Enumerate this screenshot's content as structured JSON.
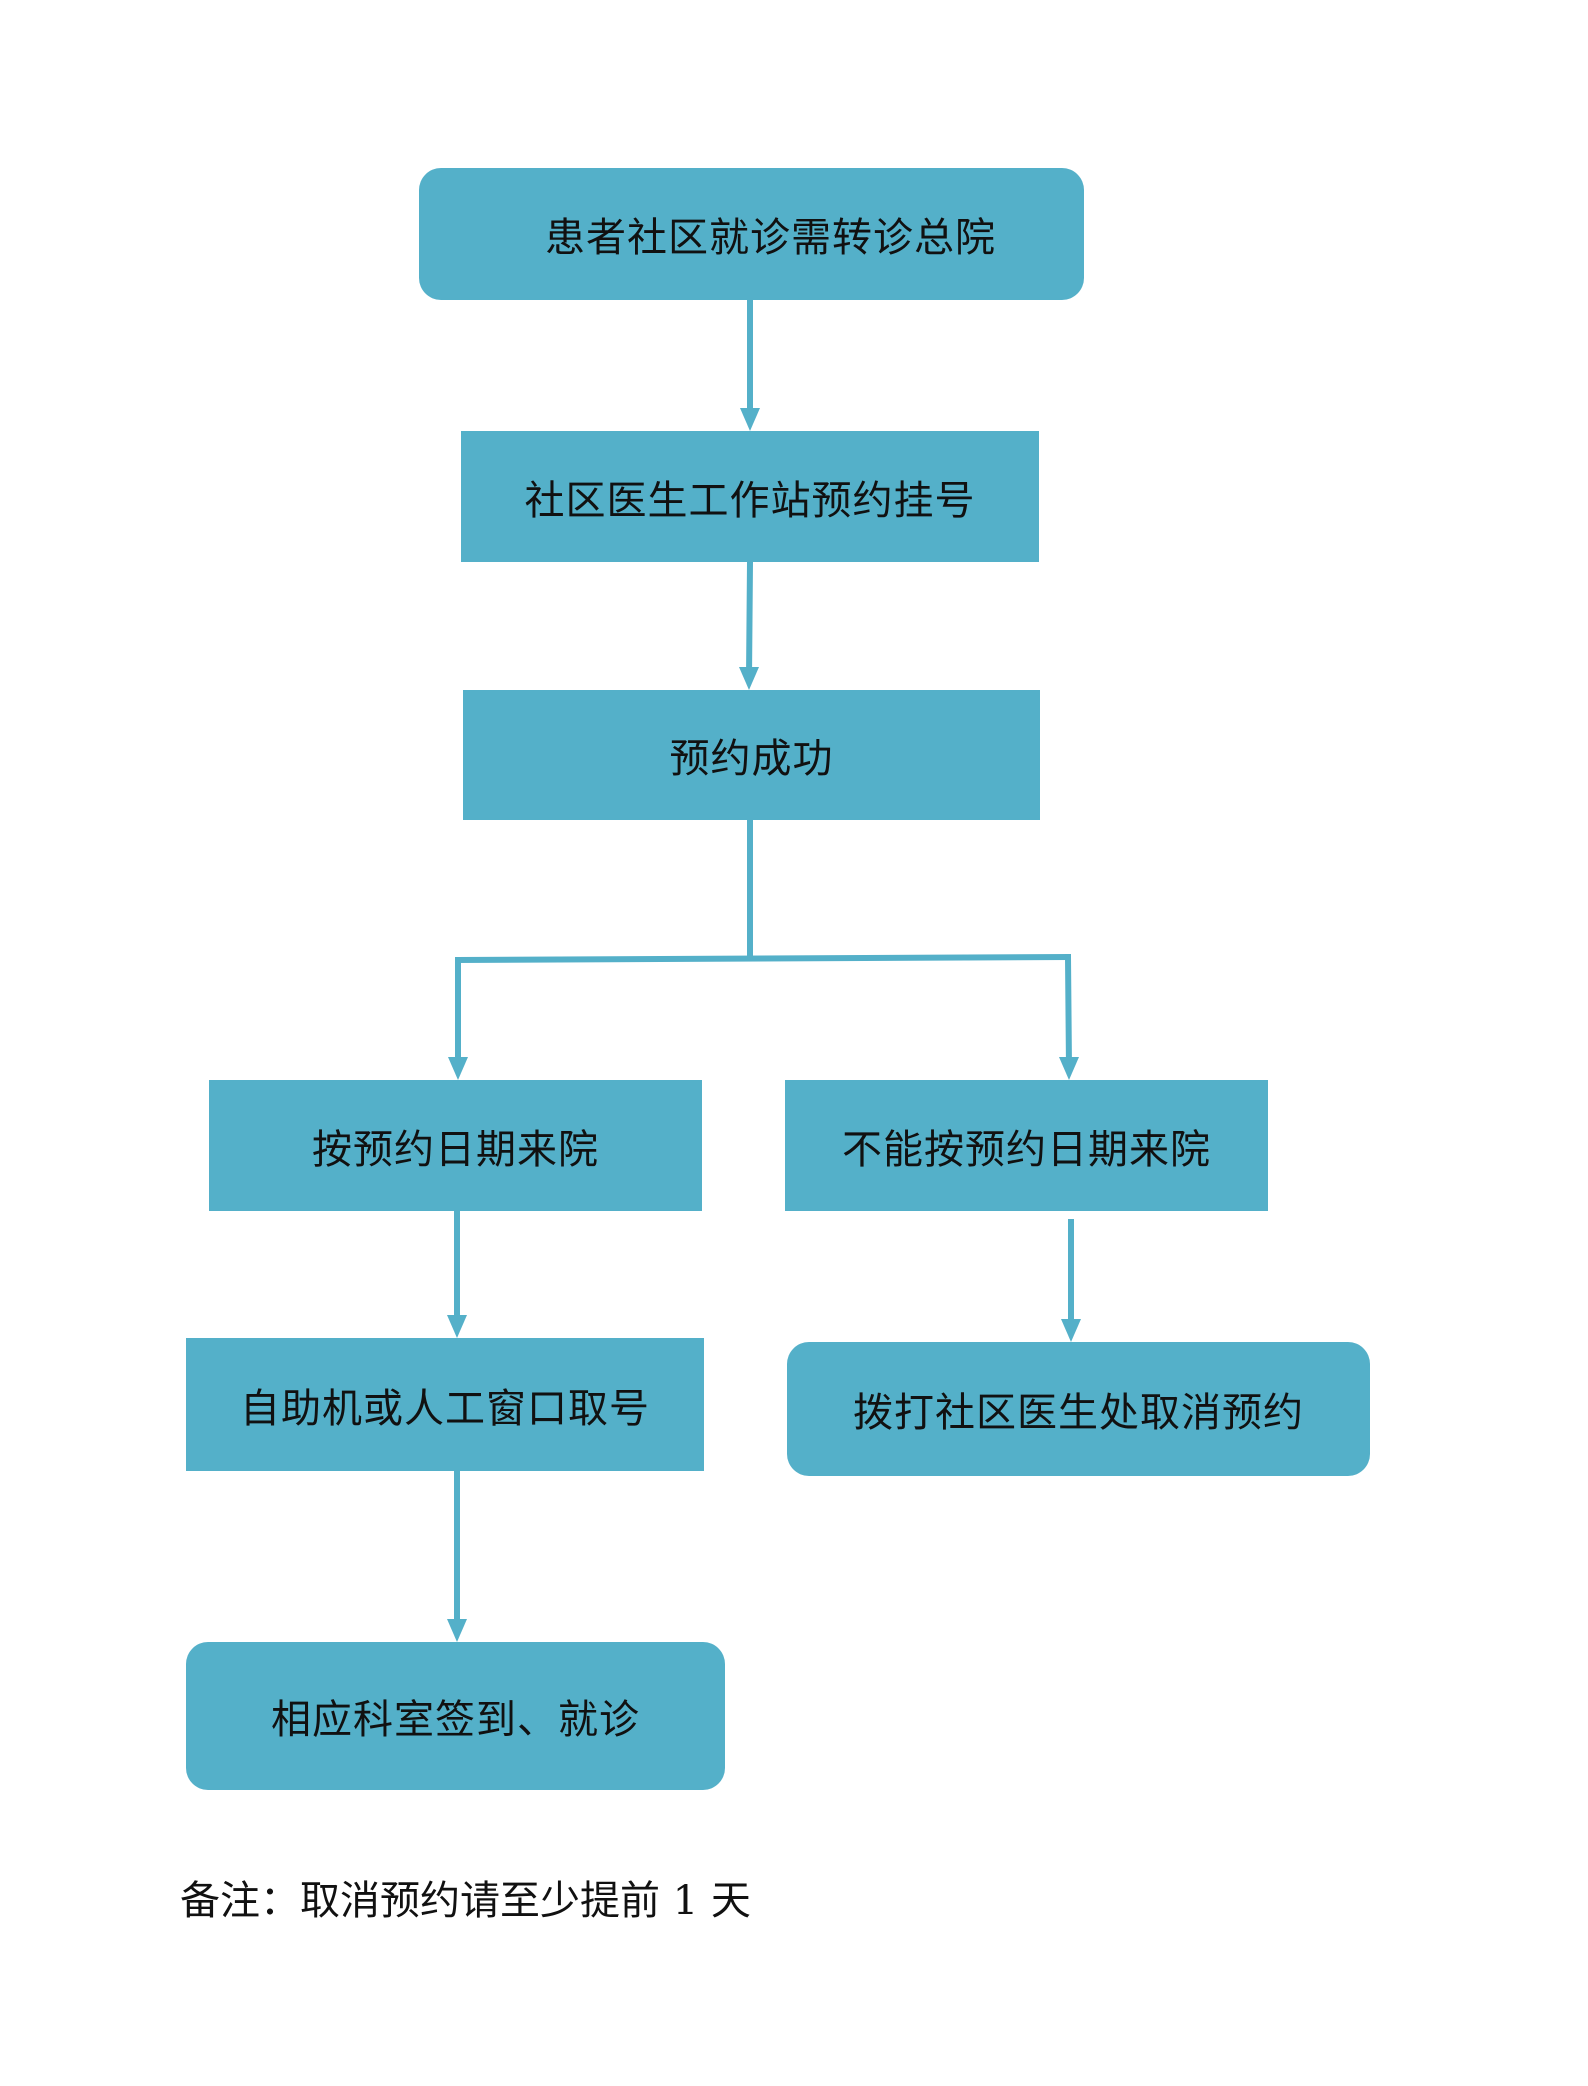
{
  "flowchart": {
    "nodes": {
      "n1": "患者社区就诊需转诊总院",
      "n2": "社区医生工作站预约挂号",
      "n3": "预约成功",
      "n4": "按预约日期来院",
      "n5": "不能按预约日期来院",
      "n6": "自助机或人工窗口取号",
      "n7": "拨打社区医生处取消预约",
      "n8": "相应科室签到、就诊"
    },
    "edges": [
      {
        "from": "n1",
        "to": "n2"
      },
      {
        "from": "n2",
        "to": "n3"
      },
      {
        "from": "n3",
        "to": "n4"
      },
      {
        "from": "n3",
        "to": "n5"
      },
      {
        "from": "n4",
        "to": "n6"
      },
      {
        "from": "n5",
        "to": "n7"
      },
      {
        "from": "n6",
        "to": "n8"
      }
    ]
  },
  "note": "备注：取消预约请至少提前 1 天",
  "colors": {
    "node_fill": "#54B0C9",
    "connector": "#54B0C9",
    "text": "#111111",
    "background": "#ffffff"
  }
}
